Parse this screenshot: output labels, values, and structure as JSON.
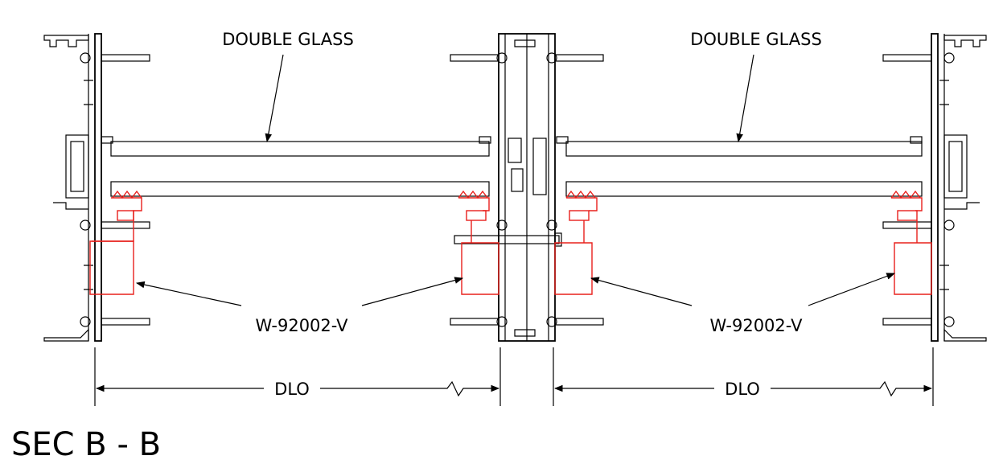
{
  "labels": {
    "glass_left": "DOUBLE GLASS",
    "glass_right": "DOUBLE GLASS",
    "part_left": "W-92002-V",
    "part_right": "W-92002-V",
    "dim_left": "DLO",
    "dim_right": "DLO",
    "section_title": "SEC B - B"
  },
  "colors": {
    "linework": "#000000",
    "highlight_part": "#e8201c",
    "background": "#ffffff"
  }
}
